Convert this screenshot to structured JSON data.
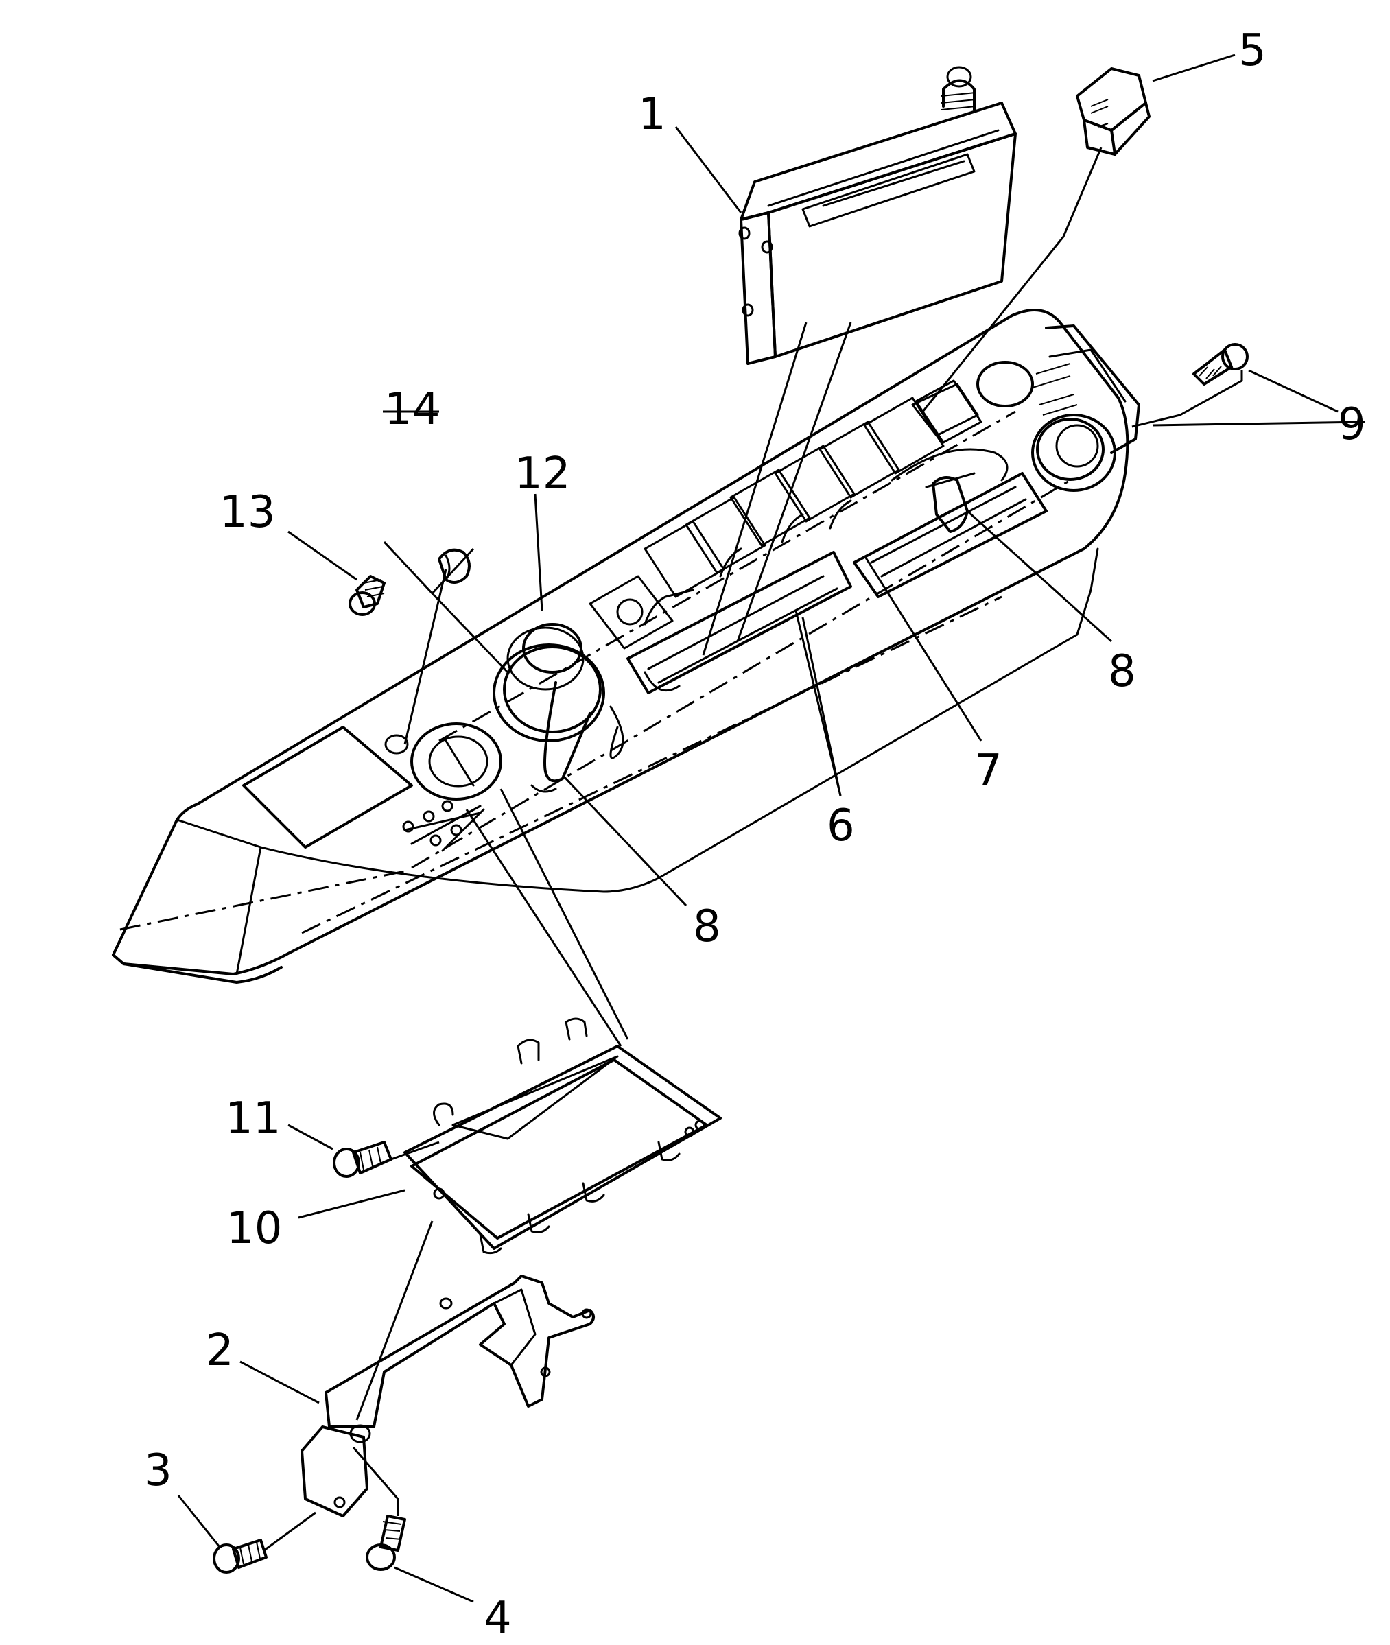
{
  "callouts": [
    {
      "id": "1",
      "label": "1"
    },
    {
      "id": "2",
      "label": "2"
    },
    {
      "id": "3",
      "label": "3"
    },
    {
      "id": "4",
      "label": "4"
    },
    {
      "id": "5",
      "label": "5"
    },
    {
      "id": "6",
      "label": "6"
    },
    {
      "id": "7",
      "label": "7"
    },
    {
      "id": "8a",
      "label": "8"
    },
    {
      "id": "8b",
      "label": "8"
    },
    {
      "id": "9",
      "label": "9"
    },
    {
      "id": "10",
      "label": "10"
    },
    {
      "id": "11",
      "label": "11"
    },
    {
      "id": "12",
      "label": "12"
    },
    {
      "id": "13",
      "label": "13"
    },
    {
      "id": "14",
      "label": "14"
    }
  ]
}
